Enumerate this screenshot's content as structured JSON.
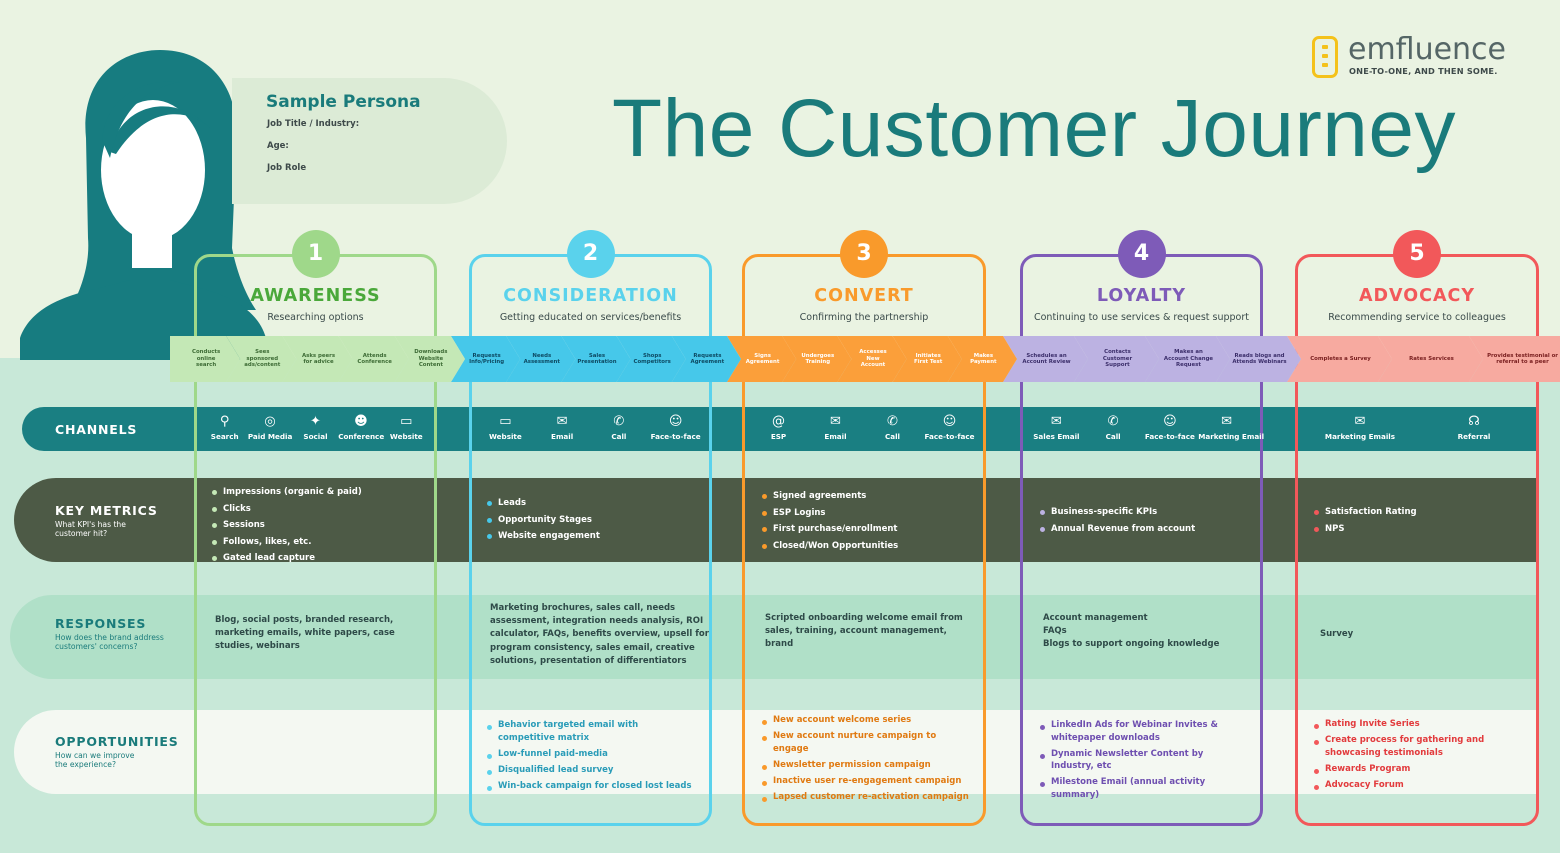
{
  "persona": {
    "name": "Sample Persona",
    "job_title_label": "Job Title / Industry:",
    "age_label": "Age:",
    "job_role_label": "Job Role"
  },
  "title": "The Customer Journey",
  "brand": {
    "name": "emfluence",
    "tagline": "ONE-TO-ONE, AND THEN SOME.",
    "accent": "#f4c21b"
  },
  "rows": {
    "channels": {
      "title": "CHANNELS",
      "subtitle": ""
    },
    "metrics": {
      "title": "KEY METRICS",
      "subtitle_1": "What KPI's has the",
      "subtitle_2": "customer hit?"
    },
    "responses": {
      "title": "RESPONSES",
      "subtitle_1": "How does the brand address",
      "subtitle_2": "customers' concerns?"
    },
    "opportunities": {
      "title": "OPPORTUNITIES",
      "subtitle_1": "How can we improve",
      "subtitle_2": "the experience?"
    }
  },
  "stages": [
    {
      "number": "1",
      "title": "AWARENESS",
      "subtitle": "Researching options",
      "color": "#9fd88a",
      "touchpoints": [
        "Conducts online search",
        "Sees sponsored ads/content",
        "Asks peers for advice",
        "Attends Conference",
        "Downloads Website Content"
      ],
      "channels": [
        {
          "icon": "search-icon",
          "glyph": "⚲",
          "label": "Search"
        },
        {
          "icon": "target-icon",
          "glyph": "◎",
          "label": "Paid Media"
        },
        {
          "icon": "twitter-icon",
          "glyph": "✦",
          "label": "Social"
        },
        {
          "icon": "people-icon",
          "glyph": "☻",
          "label": "Conference"
        },
        {
          "icon": "monitor-icon",
          "glyph": "▭",
          "label": "Website"
        }
      ],
      "metrics": [
        "Impressions (organic & paid)",
        "Clicks",
        "Sessions",
        "Follows, likes, etc.",
        "Gated lead capture"
      ],
      "responses": [
        "Blog, social posts, branded research,",
        "marketing emails, white papers, case",
        "studies, webinars"
      ],
      "opportunities": []
    },
    {
      "number": "2",
      "title": "CONSIDERATION",
      "subtitle": "Getting educated on services/benefits",
      "color": "#5ad2ec",
      "touchpoints": [
        "Requests Info/Pricing",
        "Needs Assessment",
        "Sales Presentation",
        "Shops Competitors",
        "Requests Agreement"
      ],
      "channels": [
        {
          "icon": "monitor-icon",
          "glyph": "▭",
          "label": "Website"
        },
        {
          "icon": "email-icon",
          "glyph": "✉",
          "label": "Email"
        },
        {
          "icon": "phone-icon",
          "glyph": "✆",
          "label": "Call"
        },
        {
          "icon": "chat-icon",
          "glyph": "☺",
          "label": "Face-to-face"
        }
      ],
      "metrics": [
        "Leads",
        "Opportunity Stages",
        "Website engagement"
      ],
      "responses": [
        "Marketing brochures, sales call, needs",
        "assessment, integration needs analysis, ROI",
        "calculator, FAQs, benefits overview, upsell for",
        "program consistency, sales email, creative",
        "solutions, presentation of differentiators"
      ],
      "opportunities": [
        "Behavior targeted email with competitive matrix",
        "Low-funnel paid-media",
        "Disqualified lead survey",
        "Win-back campaign for closed lost leads"
      ]
    },
    {
      "number": "3",
      "title": "CONVERT",
      "subtitle": "Confirming the partnership",
      "color": "#f99a2b",
      "touchpoints": [
        "Signs Agreement",
        "Undergoes Training",
        "Accesses New Account",
        "Initiates First Test",
        "Makes Payment"
      ],
      "channels": [
        {
          "icon": "at-icon",
          "glyph": "@",
          "label": "ESP"
        },
        {
          "icon": "email-icon",
          "glyph": "✉",
          "label": "Email"
        },
        {
          "icon": "phone-icon",
          "glyph": "✆",
          "label": "Call"
        },
        {
          "icon": "chat-icon",
          "glyph": "☺",
          "label": "Face-to-face"
        }
      ],
      "metrics": [
        "Signed agreements",
        "ESP Logins",
        "First purchase/enrollment",
        "Closed/Won Opportunities"
      ],
      "responses": [
        "Scripted onboarding welcome email from",
        "sales, training, account management,",
        "brand"
      ],
      "opportunities": [
        "New account welcome series",
        "New account nurture campaign to engage",
        "Newsletter permission campaign",
        "Inactive user re-engagement campaign",
        "Lapsed customer re-activation campaign"
      ]
    },
    {
      "number": "4",
      "title": "LOYALTY",
      "subtitle": "Continuing to use services & request support",
      "color": "#7e5bb8",
      "touchpoints": [
        "Schedules an Account Review",
        "Contacts Customer Support",
        "Makes an Account Change Request",
        "Reads blogs and Attends Webinars"
      ],
      "channels": [
        {
          "icon": "email-icon",
          "glyph": "✉",
          "label": "Sales Email"
        },
        {
          "icon": "phone-icon",
          "glyph": "✆",
          "label": "Call"
        },
        {
          "icon": "chat-icon",
          "glyph": "☺",
          "label": "Face-to-face"
        },
        {
          "icon": "email-icon",
          "glyph": "✉",
          "label": "Marketing Email"
        }
      ],
      "metrics": [
        "Business-specific KPIs",
        "Annual Revenue from account"
      ],
      "responses": [
        "Account management",
        "FAQs",
        "Blogs to support ongoing knowledge"
      ],
      "opportunities": [
        "LinkedIn Ads for Webinar Invites & whitepaper downloads",
        "Dynamic Newsletter Content by Industry, etc",
        "Milestone Email (annual activity summary)"
      ]
    },
    {
      "number": "5",
      "title": "ADVOCACY",
      "subtitle": "Recommending service to colleagues",
      "color": "#f2585a",
      "touchpoints": [
        "Completes a Survey",
        "Rates Services",
        "Provides testimonial or referral to a peer"
      ],
      "channels": [
        {
          "icon": "email-icon",
          "glyph": "✉",
          "label": "Marketing Emails"
        },
        {
          "icon": "referral-icon",
          "glyph": "☊",
          "label": "Referral"
        }
      ],
      "metrics": [
        "Satisfaction Rating",
        "NPS"
      ],
      "responses": [
        "Survey"
      ],
      "opportunities": [
        "Rating Invite Series",
        "Create process for gathering and showcasing testimonials",
        "Rewards Program",
        "Advocacy Forum"
      ]
    }
  ]
}
